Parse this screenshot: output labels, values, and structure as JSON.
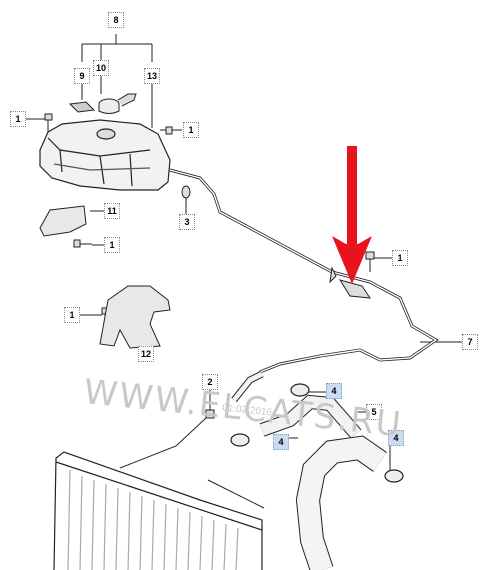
{
  "diagram": {
    "callouts": {
      "c8": "8",
      "c9": "9",
      "c10": "10",
      "c13": "13",
      "c1a": "1",
      "c1b": "1",
      "c11": "11",
      "c1c": "1",
      "c3": "3",
      "c1d": "1",
      "c1e": "1",
      "c12": "12",
      "c7": "7",
      "c2": "2",
      "c4a": "4",
      "c5": "5",
      "c4b": "4",
      "c4c": "4"
    },
    "highlight_color": "#c9dcf0",
    "arrow_color": "#e8141c",
    "watermark": "WWW.ELCATS.RU",
    "watermark_date": "01.02.2016"
  }
}
